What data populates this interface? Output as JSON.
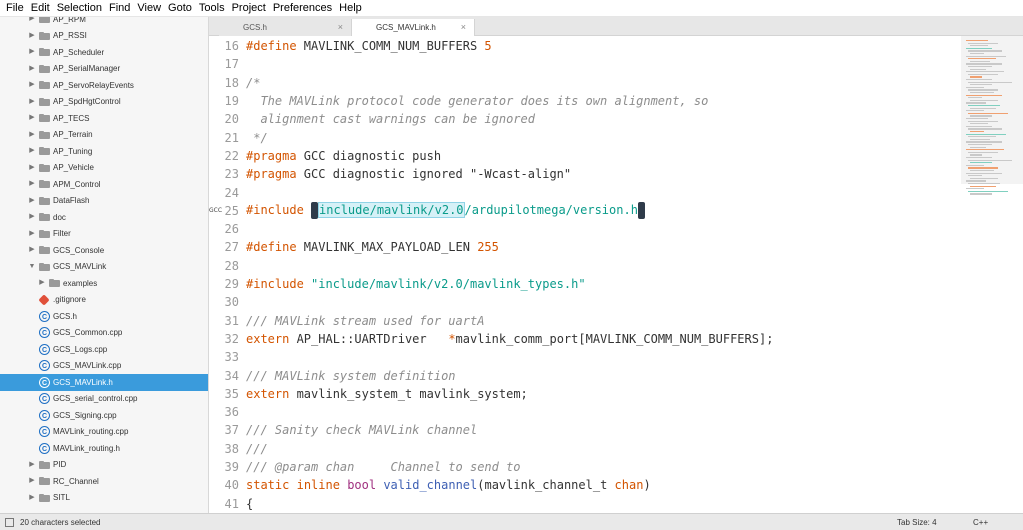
{
  "menu": [
    "File",
    "Edit",
    "Selection",
    "Find",
    "View",
    "Goto",
    "Tools",
    "Project",
    "Preferences",
    "Help"
  ],
  "sidebar": {
    "items": [
      {
        "label": "AP_RPM",
        "type": "folder",
        "depth": 1,
        "expanded": false
      },
      {
        "label": "AP_RSSI",
        "type": "folder",
        "depth": 1,
        "expanded": false
      },
      {
        "label": "AP_Scheduler",
        "type": "folder",
        "depth": 1,
        "expanded": false
      },
      {
        "label": "AP_SerialManager",
        "type": "folder",
        "depth": 1,
        "expanded": false
      },
      {
        "label": "AP_ServoRelayEvents",
        "type": "folder",
        "depth": 1,
        "expanded": false
      },
      {
        "label": "AP_SpdHgtControl",
        "type": "folder",
        "depth": 1,
        "expanded": false
      },
      {
        "label": "AP_TECS",
        "type": "folder",
        "depth": 1,
        "expanded": false
      },
      {
        "label": "AP_Terrain",
        "type": "folder",
        "depth": 1,
        "expanded": false
      },
      {
        "label": "AP_Tuning",
        "type": "folder",
        "depth": 1,
        "expanded": false
      },
      {
        "label": "AP_Vehicle",
        "type": "folder",
        "depth": 1,
        "expanded": false
      },
      {
        "label": "APM_Control",
        "type": "folder",
        "depth": 1,
        "expanded": false
      },
      {
        "label": "DataFlash",
        "type": "folder",
        "depth": 1,
        "expanded": false
      },
      {
        "label": "doc",
        "type": "folder",
        "depth": 1,
        "expanded": false
      },
      {
        "label": "Filter",
        "type": "folder",
        "depth": 1,
        "expanded": false
      },
      {
        "label": "GCS_Console",
        "type": "folder",
        "depth": 1,
        "expanded": false
      },
      {
        "label": "GCS_MAVLink",
        "type": "folder",
        "depth": 1,
        "expanded": true
      },
      {
        "label": "examples",
        "type": "folder",
        "depth": 2,
        "expanded": false
      },
      {
        "label": ".gitignore",
        "type": "git",
        "depth": 2
      },
      {
        "label": "GCS.h",
        "type": "file",
        "depth": 2
      },
      {
        "label": "GCS_Common.cpp",
        "type": "file",
        "depth": 2
      },
      {
        "label": "GCS_Logs.cpp",
        "type": "file",
        "depth": 2
      },
      {
        "label": "GCS_MAVLink.cpp",
        "type": "file",
        "depth": 2
      },
      {
        "label": "GCS_MAVLink.h",
        "type": "file",
        "depth": 2,
        "selected": true
      },
      {
        "label": "GCS_serial_control.cpp",
        "type": "file",
        "depth": 2
      },
      {
        "label": "GCS_Signing.cpp",
        "type": "file",
        "depth": 2
      },
      {
        "label": "MAVLink_routing.cpp",
        "type": "file",
        "depth": 2
      },
      {
        "label": "MAVLink_routing.h",
        "type": "file",
        "depth": 2
      },
      {
        "label": "PID",
        "type": "folder",
        "depth": 1,
        "expanded": false
      },
      {
        "label": "RC_Channel",
        "type": "folder",
        "depth": 1,
        "expanded": false
      },
      {
        "label": "SITL",
        "type": "folder",
        "depth": 1,
        "expanded": false
      }
    ]
  },
  "tabs": [
    {
      "label": "GCS.h",
      "active": false
    },
    {
      "label": "GCS_MAVLink.h",
      "active": true
    }
  ],
  "tab_close_glyph": "×",
  "editor": {
    "gcc_tag": "GCC",
    "lines": [
      {
        "n": "16",
        "tokens": [
          [
            "kw",
            "#define"
          ],
          [
            "plain",
            " MAVLINK_COMM_NUM_BUFFERS "
          ],
          [
            "kw",
            "5"
          ]
        ]
      },
      {
        "n": "17",
        "tokens": []
      },
      {
        "n": "18",
        "tokens": [
          [
            "cmt",
            "/*"
          ]
        ]
      },
      {
        "n": "19",
        "tokens": [
          [
            "cmt",
            "  The MAVLink protocol code generator does its own alignment, so"
          ]
        ]
      },
      {
        "n": "20",
        "tokens": [
          [
            "cmt",
            "  alignment cast warnings can be ignored"
          ]
        ]
      },
      {
        "n": "21",
        "tokens": [
          [
            "cmt",
            " */"
          ]
        ]
      },
      {
        "n": "22",
        "tokens": [
          [
            "kw",
            "#pragma"
          ],
          [
            "plain",
            " GCC diagnostic push"
          ]
        ]
      },
      {
        "n": "23",
        "tokens": [
          [
            "kw",
            "#pragma"
          ],
          [
            "plain",
            " GCC diagnostic ignored "
          ],
          [
            "plain",
            "\"-Wcast-align\""
          ]
        ]
      },
      {
        "n": "24",
        "tokens": []
      },
      {
        "n": "25",
        "tokens": [
          [
            "kw",
            "#include"
          ],
          [
            "plain",
            " "
          ],
          [
            "sel",
            ""
          ],
          [
            "strhl",
            "include/mavlink/v2.0"
          ],
          [
            "str",
            "/ardupilotmega/version.h"
          ],
          [
            "sel",
            ""
          ]
        ],
        "gcc": true
      },
      {
        "n": "26",
        "tokens": []
      },
      {
        "n": "27",
        "tokens": [
          [
            "kw",
            "#define"
          ],
          [
            "plain",
            " MAVLINK_MAX_PAYLOAD_LEN "
          ],
          [
            "kw",
            "255"
          ]
        ]
      },
      {
        "n": "28",
        "tokens": []
      },
      {
        "n": "29",
        "tokens": [
          [
            "kw",
            "#include"
          ],
          [
            "plain",
            " "
          ],
          [
            "str",
            "\"include/mavlink/v2.0/mavlink_types.h\""
          ]
        ]
      },
      {
        "n": "30",
        "tokens": []
      },
      {
        "n": "31",
        "tokens": [
          [
            "cmt",
            "/// MAVLink stream used for uartA"
          ]
        ]
      },
      {
        "n": "32",
        "tokens": [
          [
            "kw",
            "extern"
          ],
          [
            "plain",
            " AP_HAL::UARTDriver   "
          ],
          [
            "kw",
            "*"
          ],
          [
            "plain",
            "mavlink_comm_port[MAVLINK_COMM_NUM_BUFFERS];"
          ]
        ]
      },
      {
        "n": "33",
        "tokens": []
      },
      {
        "n": "34",
        "tokens": [
          [
            "cmt",
            "/// MAVLink system definition"
          ]
        ]
      },
      {
        "n": "35",
        "tokens": [
          [
            "kw",
            "extern"
          ],
          [
            "plain",
            " mavlink_system_t mavlink_system;"
          ]
        ]
      },
      {
        "n": "36",
        "tokens": []
      },
      {
        "n": "37",
        "tokens": [
          [
            "cmt",
            "/// Sanity check MAVLink channel"
          ]
        ]
      },
      {
        "n": "38",
        "tokens": [
          [
            "cmt",
            "///"
          ]
        ]
      },
      {
        "n": "39",
        "tokens": [
          [
            "cmt",
            "/// @param chan     Channel to send to"
          ]
        ]
      },
      {
        "n": "40",
        "tokens": [
          [
            "kw",
            "static"
          ],
          [
            "plain",
            " "
          ],
          [
            "kw",
            "inline"
          ],
          [
            "plain",
            " "
          ],
          [
            "typ",
            "bool"
          ],
          [
            "plain",
            " "
          ],
          [
            "fn",
            "valid_channel"
          ],
          [
            "plain",
            "(mavlink_channel_t "
          ],
          [
            "param",
            "chan"
          ],
          [
            "plain",
            ")"
          ]
        ]
      },
      {
        "n": "41",
        "tokens": [
          [
            "plain",
            "{"
          ]
        ]
      }
    ]
  },
  "status": {
    "left": "20 characters selected",
    "tab_size": "Tab Size: 4",
    "syntax": "C++"
  }
}
